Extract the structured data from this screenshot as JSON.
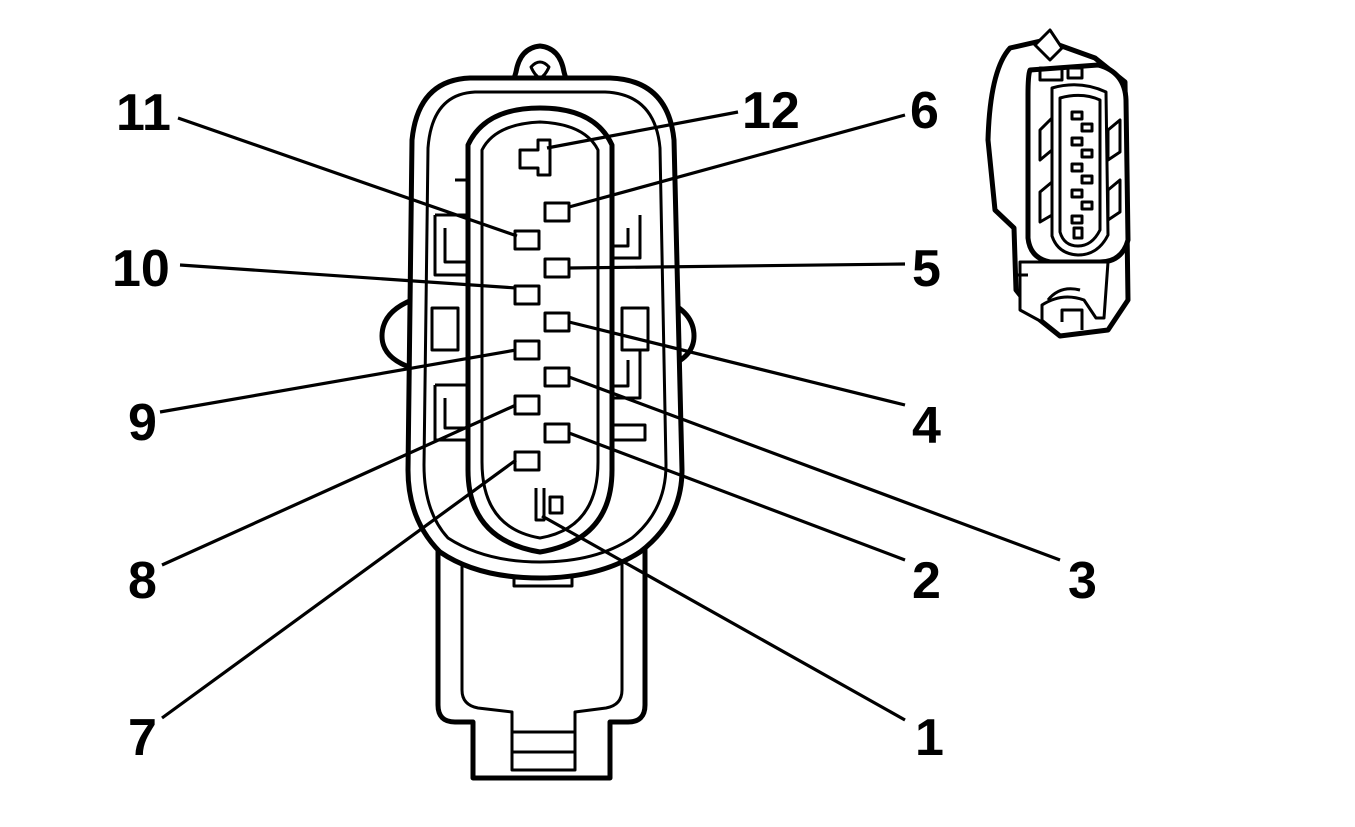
{
  "diagram": {
    "pin_labels": [
      "1",
      "2",
      "3",
      "4",
      "5",
      "6",
      "7",
      "8",
      "9",
      "10",
      "11",
      "12"
    ]
  }
}
